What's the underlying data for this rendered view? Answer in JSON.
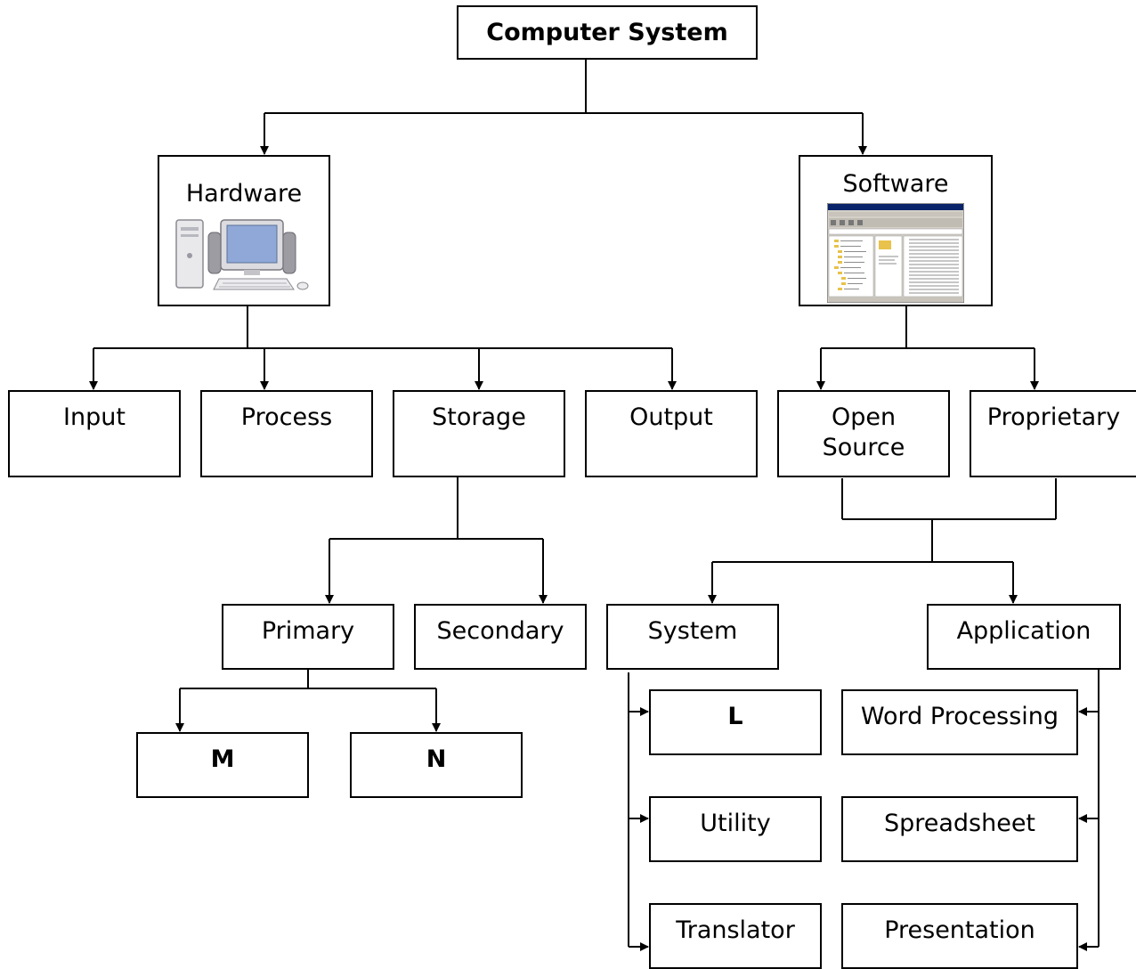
{
  "diagram": {
    "root": "Computer System",
    "hardware": {
      "label": "Hardware",
      "image_icon": "desktop-computer-icon",
      "children": [
        "Input",
        "Process",
        "Storage",
        "Output"
      ],
      "storage": {
        "children": [
          "Primary",
          "Secondary"
        ],
        "primary_children": [
          "M",
          "N"
        ]
      }
    },
    "software": {
      "label": "Software",
      "image_icon": "file-explorer-window-icon",
      "licensing": [
        "Open Source",
        "Proprietary"
      ],
      "types": [
        "System",
        "Application"
      ],
      "system_children": [
        "L",
        "Utility",
        "Translator"
      ],
      "application_children": [
        "Word Processing",
        "Spreadsheet",
        "Presentation"
      ]
    }
  }
}
